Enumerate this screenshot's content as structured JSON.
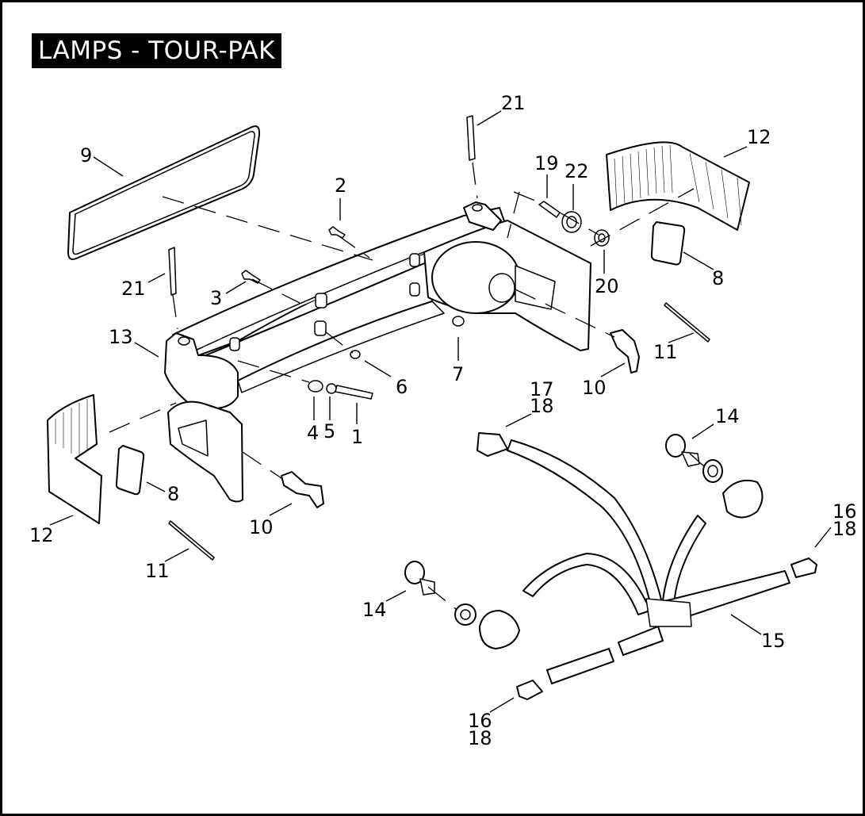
{
  "title": "LAMPS - TOUR-PAK",
  "callouts": [
    {
      "id": "c9",
      "label": "9"
    },
    {
      "id": "c21a",
      "label": "21"
    },
    {
      "id": "c21b",
      "label": "21"
    },
    {
      "id": "c2",
      "label": "2"
    },
    {
      "id": "c3",
      "label": "3"
    },
    {
      "id": "c13",
      "label": "13"
    },
    {
      "id": "c19",
      "label": "19"
    },
    {
      "id": "c22",
      "label": "22"
    },
    {
      "id": "c12a",
      "label": "12"
    },
    {
      "id": "c20",
      "label": "20"
    },
    {
      "id": "c8a",
      "label": "8"
    },
    {
      "id": "c6",
      "label": "6"
    },
    {
      "id": "c7",
      "label": "7"
    },
    {
      "id": "c11a",
      "label": "11"
    },
    {
      "id": "c10a",
      "label": "10"
    },
    {
      "id": "c4",
      "label": "4"
    },
    {
      "id": "c5",
      "label": "5"
    },
    {
      "id": "c1",
      "label": "1"
    },
    {
      "id": "c17",
      "label": "17"
    },
    {
      "id": "c18a",
      "label": "18"
    },
    {
      "id": "c14a",
      "label": "14"
    },
    {
      "id": "c12b",
      "label": "12"
    },
    {
      "id": "c8b",
      "label": "8"
    },
    {
      "id": "c10b",
      "label": "10"
    },
    {
      "id": "c11b",
      "label": "11"
    },
    {
      "id": "c16a",
      "label": "16"
    },
    {
      "id": "c18b",
      "label": "18"
    },
    {
      "id": "c14b",
      "label": "14"
    },
    {
      "id": "c15",
      "label": "15"
    },
    {
      "id": "c16b",
      "label": "16"
    },
    {
      "id": "c18c",
      "label": "18"
    }
  ]
}
